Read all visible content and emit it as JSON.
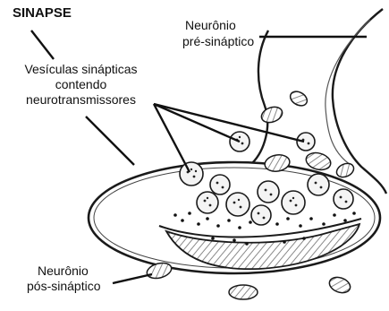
{
  "diagram": {
    "title": "SINAPSE",
    "labels": {
      "presynaptic": [
        "Neurônio",
        "pré-sináptico"
      ],
      "vesicles": [
        "Vesículas sinápticas",
        "contendo",
        "neurotransmissores"
      ],
      "postsynaptic": [
        "Neurônio",
        "pós-sináptico"
      ]
    },
    "colors": {
      "ink": "#111111",
      "membrane": "#1a1a1a",
      "vesicle_fill": "#f4f4f4",
      "shade": "#9a9a9a"
    }
  }
}
